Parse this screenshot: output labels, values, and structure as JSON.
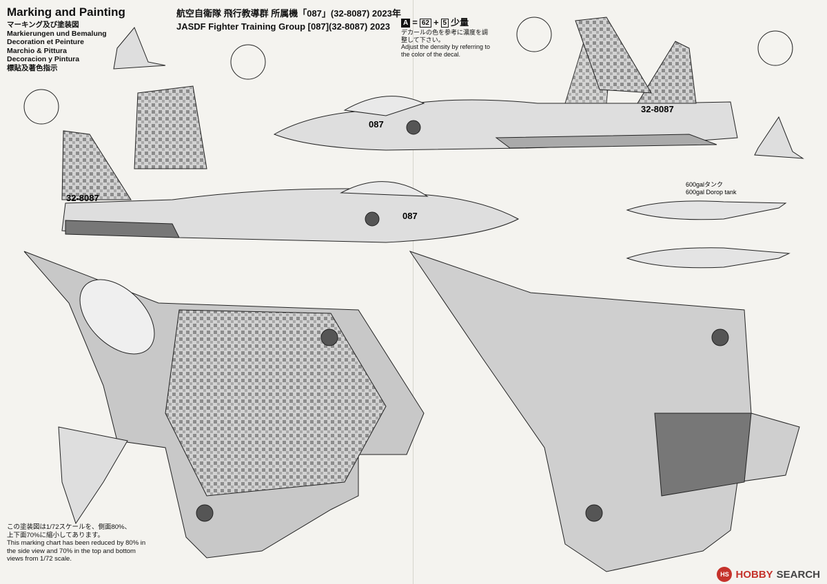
{
  "header": {
    "title": "Marking and Painting",
    "translations": [
      "マーキング及び塗装図",
      "Markierungen und Bemalung",
      "Decoration et Peinture",
      "Marchio & Pittura",
      "Decoracion y Pintura",
      "標貼及著色指示"
    ]
  },
  "heading": {
    "line1": "航空自衛隊 飛行教導群 所属機「087」(32-8087) 2023年",
    "line2": "JASDF Fighter Training Group [087](32-8087) 2023"
  },
  "legend": {
    "letter": "A",
    "color_a": "62",
    "color_b": "5",
    "amount": "少量",
    "plus": "+",
    "equals": "=",
    "jp": "デカールの色を参考に濃度を調整して下さい。",
    "en": "Adjust the density by referring to the color of the decal."
  },
  "decals": {
    "serial": "32-8087",
    "nose": "087"
  },
  "tank": {
    "jp": "600galタンク",
    "en": "600gal Dorop tank"
  },
  "note": {
    "jp1": "この塗装図は1/72スケールを、側面80%、",
    "jp2": "上下面70%に縮小してあります。",
    "en": "This marking chart has been reduced by 80% in the side view and 70% in the top and bottom views from 1/72 scale."
  },
  "watermark": {
    "logo": "HS",
    "hobby": "HOBBY",
    "search": "SEARCH"
  },
  "colors": {
    "paint_dark": "#8c8c8c",
    "paint_light": "#c8c8c8",
    "paint_base": "#e0e0e0",
    "paper": "#f4f3ef",
    "ink": "#111111"
  }
}
